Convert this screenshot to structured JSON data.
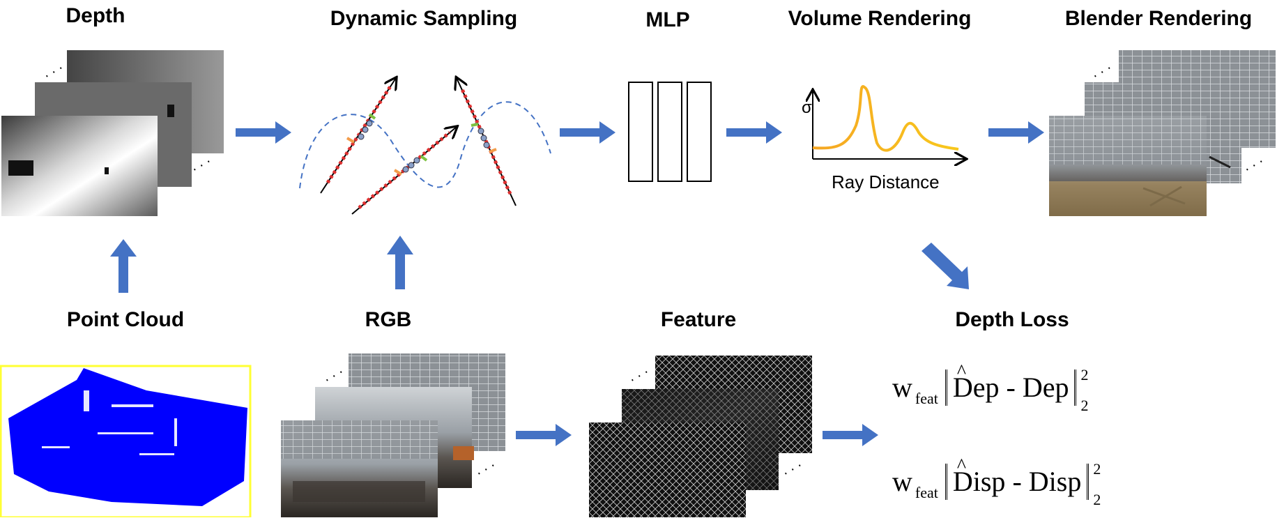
{
  "stages": {
    "depth": "Depth",
    "dynamic_sampling": "Dynamic Sampling",
    "mlp": "MLP",
    "volume_rendering": "Volume Rendering",
    "blender_rendering": "Blender Rendering",
    "point_cloud": "Point Cloud",
    "rgb": "RGB",
    "feature": "Feature",
    "depth_loss": "Depth Loss"
  },
  "plot": {
    "y_symbol": "σ",
    "x_label": "Ray Distance"
  },
  "loss": {
    "weight": "w",
    "weight_sub": "feat",
    "term1_pred": "Dep",
    "term1_true": "Dep",
    "term2_pred": "Disp",
    "term2_true": "Disp",
    "power": "2",
    "norm_index": "2",
    "minus": "-"
  },
  "ellipsis": "· · ·",
  "colors": {
    "arrow": "#4472c4",
    "point_cloud": "#0000ff",
    "point_cloud_border": "#ffff33",
    "curve": "#f5a623",
    "ray_sample": "#e03030",
    "ray_dashed": "#4472c4"
  }
}
